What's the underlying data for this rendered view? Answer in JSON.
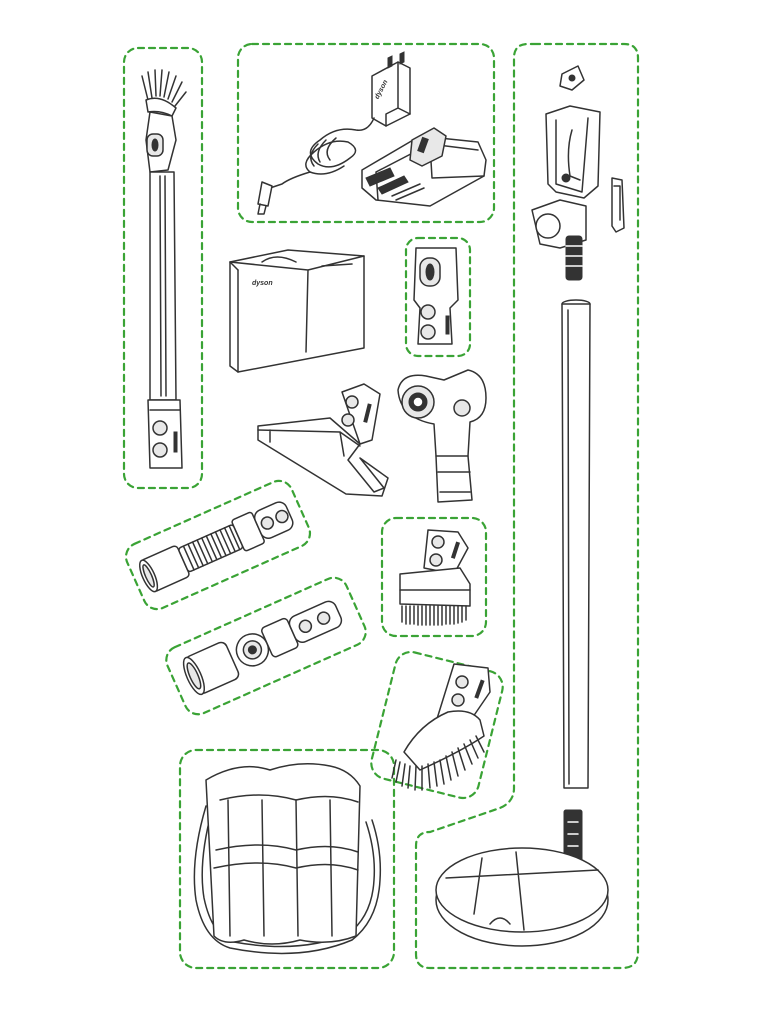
{
  "colors": {
    "group_border": "#3aa335",
    "line": "#333333",
    "background": "#ffffff"
  },
  "labels": {
    "brand_mark": "dyson"
  },
  "components": [
    "extension-wand-with-dusting-brush",
    "charger-and-battery",
    "storage-box",
    "tool-adaptor",
    "crevice-tool",
    "up-top-adaptor",
    "stretch-hose",
    "soft-dusting-brush",
    "multi-angle-swivel-adaptor",
    "stubborn-dirt-brush",
    "tool-bag",
    "floor-dok-docking-stand"
  ]
}
